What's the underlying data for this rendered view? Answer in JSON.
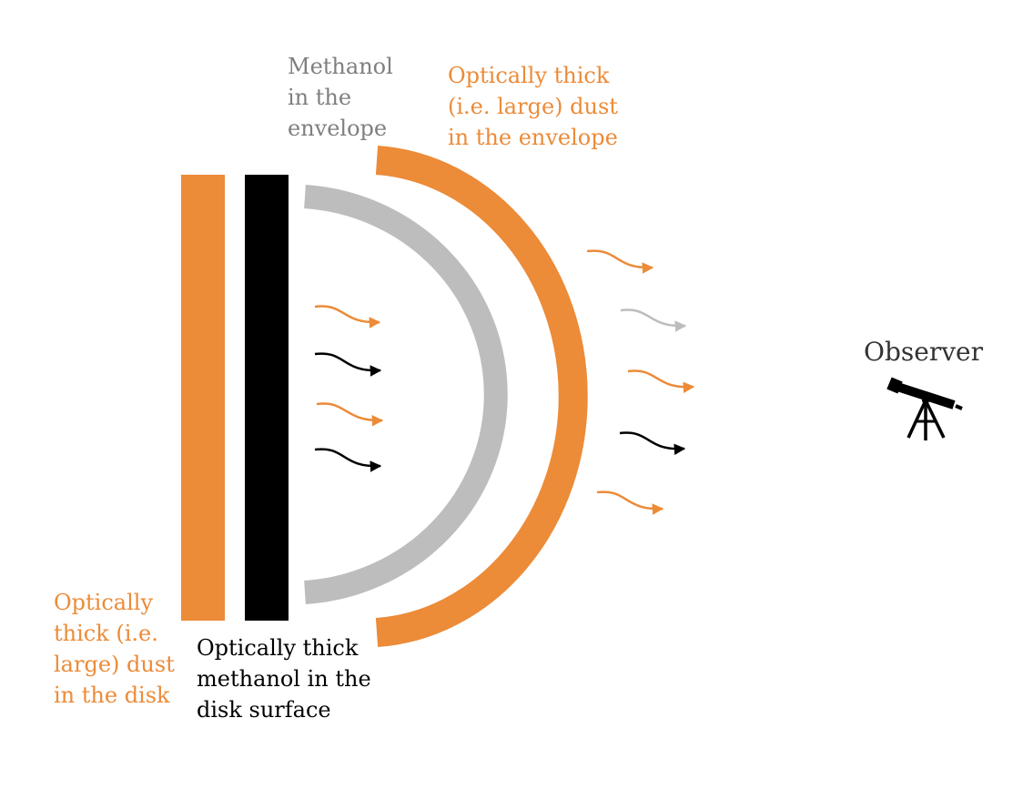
{
  "colors": {
    "dust": "#EC8B38",
    "methanol_disk": "#000000",
    "methanol_envelope": "#BDBDBD",
    "label_gray": "#7F7F7F",
    "label_dark": "#333333"
  },
  "labels": {
    "methanol_envelope": [
      "Methanol",
      "in the",
      "envelope"
    ],
    "dust_envelope": [
      "Optically thick",
      "(i.e. large) dust",
      "in the envelope"
    ],
    "dust_disk": [
      "Optically",
      "thick (i.e.",
      "large) dust",
      "in the disk"
    ],
    "methanol_disk": [
      "Optically thick",
      "methanol in the",
      "disk surface"
    ],
    "observer": "Observer"
  },
  "icons": {
    "observer": "telescope-icon"
  }
}
